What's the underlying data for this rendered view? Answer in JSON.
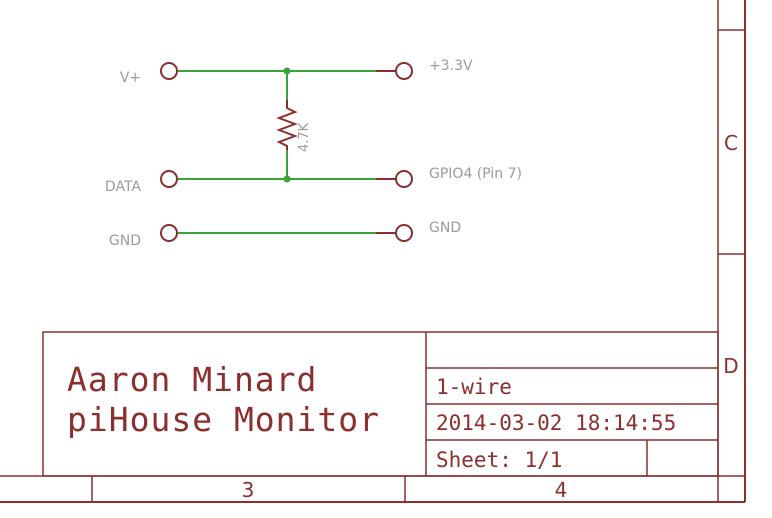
{
  "nets": {
    "vplus": "V+",
    "data": "DATA",
    "gnd_left": "GND",
    "v33": "+3.3V",
    "gpio": "GPIO4 (Pin 7)",
    "gnd_right": "GND"
  },
  "resistor": {
    "value": "4.7K"
  },
  "frame": {
    "zone_rows": [
      "C",
      "D"
    ],
    "zone_cols": [
      "3",
      "4"
    ]
  },
  "title_block": {
    "author": "Aaron Minard",
    "project": "piHouse Monitor",
    "schematic_name": "1-wire",
    "datetime": "2014-03-02 18:14:55",
    "sheet": "Sheet: 1/1"
  },
  "colors": {
    "frame": "#8b2e2e",
    "wire": "#3aa33a",
    "label": "#9a9a9a"
  }
}
